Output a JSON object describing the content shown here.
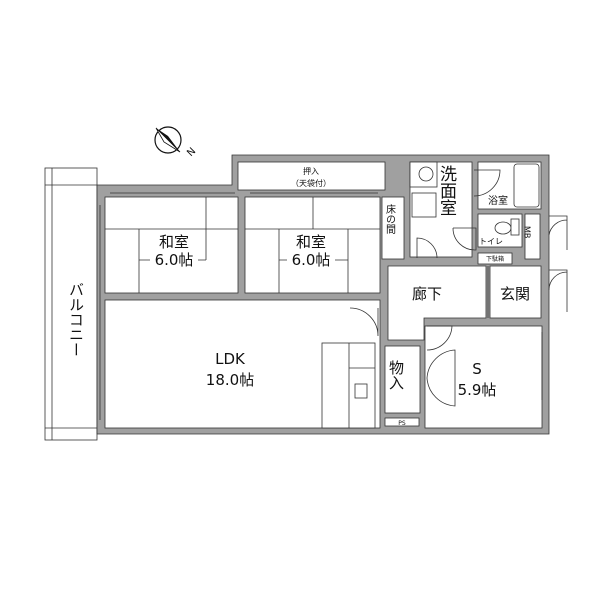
{
  "plan": {
    "compass": {
      "label": "N",
      "icon": "north-arrow-icon"
    },
    "rooms": {
      "balcony": "バルコニー",
      "washitsu1": {
        "name": "和室",
        "size": "6.0帖"
      },
      "washitsu2": {
        "name": "和室",
        "size": "6.0帖"
      },
      "oshiire": {
        "name": "押入",
        "note": "（天袋付）"
      },
      "tokonoma": "床の間",
      "senmen": "洗面室",
      "bath": "浴室",
      "toilet": "トイレ",
      "mb": "MB",
      "getabako": "下駄箱",
      "rouka": "廊下",
      "genkan": "玄関",
      "ldk": {
        "name": "LDK",
        "size": "18.0帖"
      },
      "monoire": "物入",
      "ps": "PS",
      "s_room": {
        "name": "S",
        "size": "5.9帖"
      }
    }
  }
}
